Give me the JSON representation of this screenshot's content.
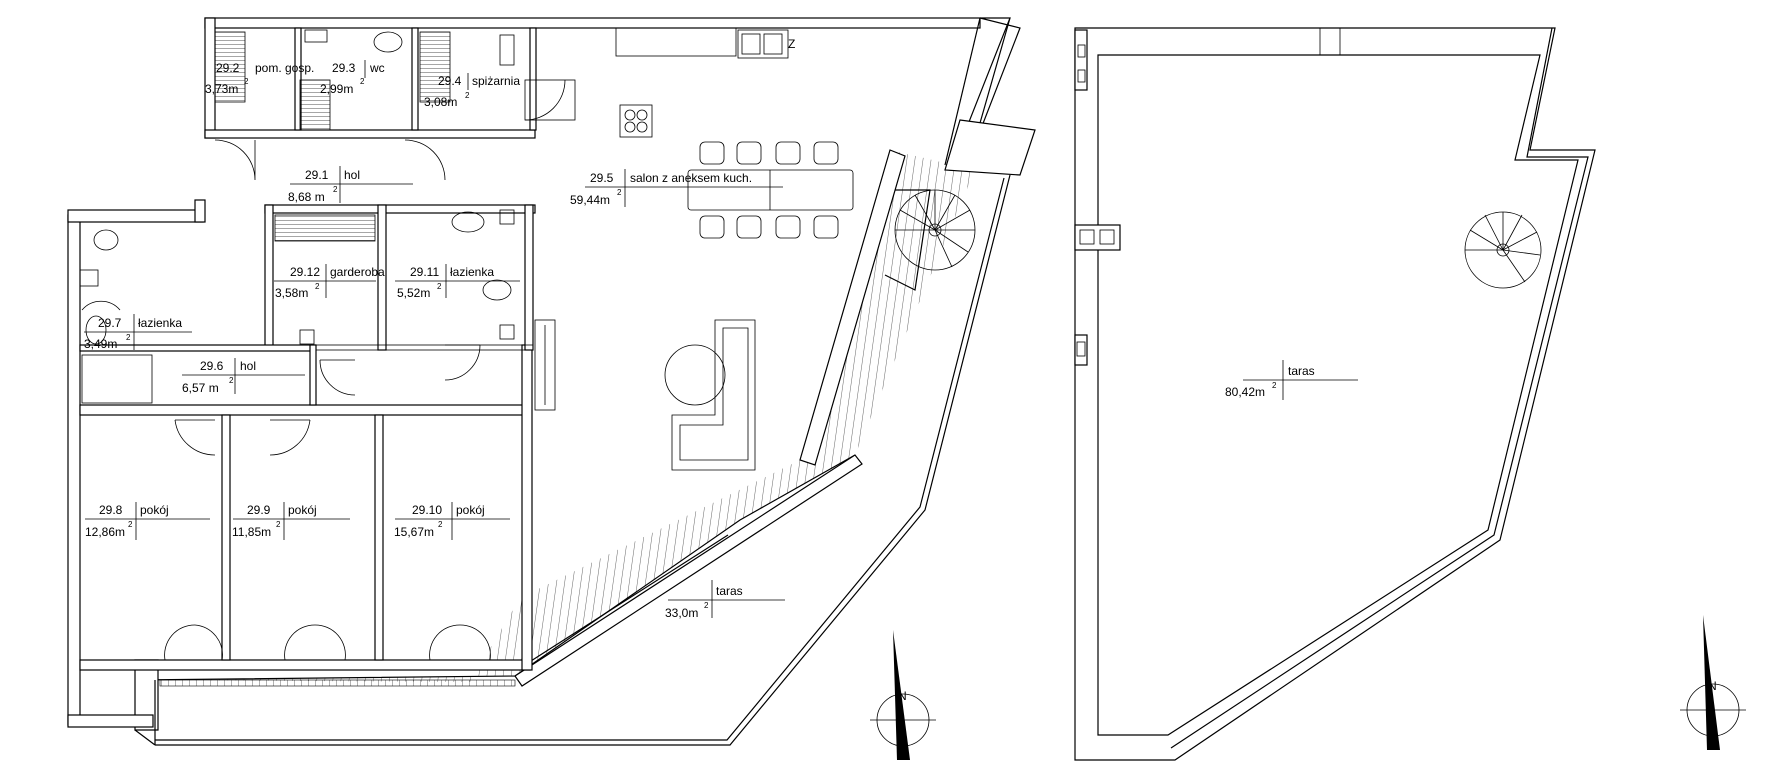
{
  "plan": {
    "rooms": [
      {
        "id": "29.1",
        "name": "hol",
        "area": "8,68 m",
        "sup": "2"
      },
      {
        "id": "29.2",
        "name": "pom. gosp.",
        "area": "3,73m",
        "sup": "2"
      },
      {
        "id": "29.3",
        "name": "wc",
        "area": "2,99m",
        "sup": "2"
      },
      {
        "id": "29.4",
        "name": "spiżarnia",
        "area": "3,08m",
        "sup": "2"
      },
      {
        "id": "29.5",
        "name": "salon z aneksem kuch.",
        "area": "59,44m",
        "sup": "2"
      },
      {
        "id": "29.6",
        "name": "hol",
        "area": "6,57 m",
        "sup": "2"
      },
      {
        "id": "29.7",
        "name": "łazienka",
        "area": "3,49m",
        "sup": "2"
      },
      {
        "id": "29.8",
        "name": "pokój",
        "area": "12,86m",
        "sup": "2"
      },
      {
        "id": "29.9",
        "name": "pokój",
        "area": "11,85m",
        "sup": "2"
      },
      {
        "id": "29.10",
        "name": "pokój",
        "area": "15,67m",
        "sup": "2"
      },
      {
        "id": "29.11",
        "name": "łazienka",
        "area": "5,52m",
        "sup": "2"
      },
      {
        "id": "29.12",
        "name": "garderoba",
        "area": "3,58m",
        "sup": "2"
      }
    ],
    "terrace_lower": {
      "name": "taras",
      "area": "33,0m",
      "sup": "2"
    },
    "terrace_upper": {
      "name": "taras",
      "area": "80,42m",
      "sup": "2"
    },
    "north_label": "N",
    "misc_letter": "Z"
  }
}
